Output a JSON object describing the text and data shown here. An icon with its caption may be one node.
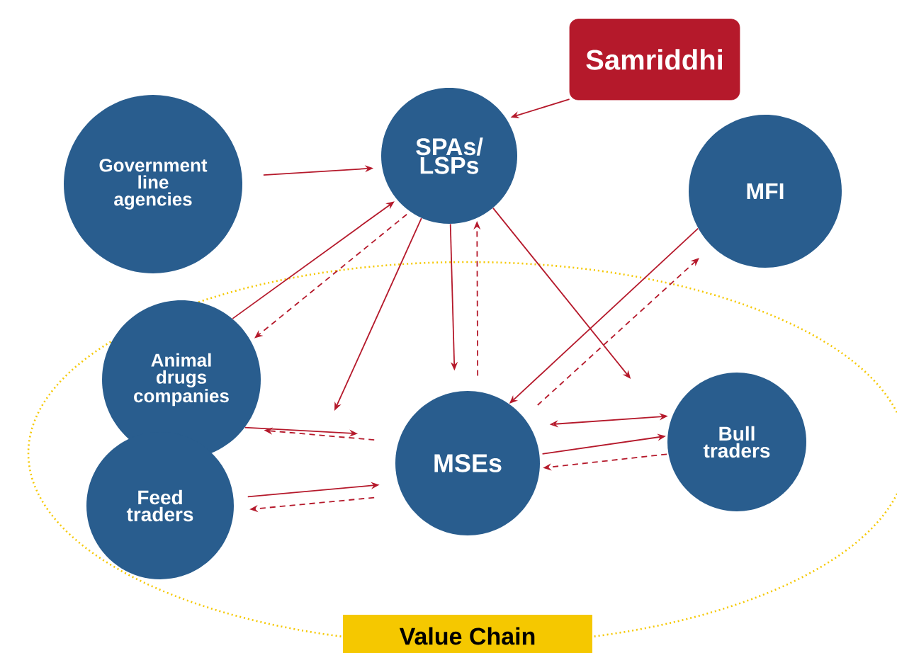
{
  "diagram": {
    "nodes": [
      {
        "text": [
          "Samriddhi"
        ]
      },
      {
        "text": [
          "Government line agencies"
        ]
      },
      {
        "text": [
          "SPAs/ LSPs"
        ]
      },
      {
        "text": [
          "MFI"
        ]
      },
      {
        "text": [
          "Value Chain"
        ]
      },
      {
        "text": [
          "Animal drugs companies"
        ],
        "in": 4
      },
      {
        "text": [
          "MSEs"
        ],
        "in": 4
      },
      {
        "text": [
          "Bull traders"
        ],
        "in": 4
      },
      {
        "text": [
          "Feed traders"
        ],
        "in": 4
      }
    ],
    "edges": [
      {
        "from": 0,
        "to": 2,
        "arrow": "to"
      },
      {
        "from": 1,
        "to": 2,
        "arrow": "to"
      },
      {
        "from": 5,
        "to": 2,
        "arrow": "to"
      },
      {
        "from": 2,
        "to": 5,
        "arrow": "to",
        "style": "dashed"
      },
      {
        "from": 2,
        "to": null,
        "arrow": "to"
      },
      {
        "from": 2,
        "to": 6,
        "arrow": "to"
      },
      {
        "from": 6,
        "to": 2,
        "arrow": "to",
        "style": "dashed"
      },
      {
        "from": 2,
        "to": 7,
        "arrow": "to"
      },
      {
        "from": 3,
        "to": 6,
        "arrow": "to"
      },
      {
        "from": 6,
        "to": 3,
        "arrow": "to",
        "style": "dashed"
      },
      {
        "from": 6,
        "to": 7,
        "arrow": "both"
      },
      {
        "from": 6,
        "to": 7,
        "arrow": "to"
      },
      {
        "from": 7,
        "to": 6,
        "arrow": "to",
        "style": "dashed"
      },
      {
        "from": 5,
        "to": 6,
        "arrow": "to"
      },
      {
        "from": 6,
        "to": 5,
        "arrow": "to",
        "style": "dashed"
      },
      {
        "from": 8,
        "to": 6,
        "arrow": "to"
      },
      {
        "from": 6,
        "to": 8,
        "arrow": "to",
        "style": "dashed"
      }
    ]
  }
}
